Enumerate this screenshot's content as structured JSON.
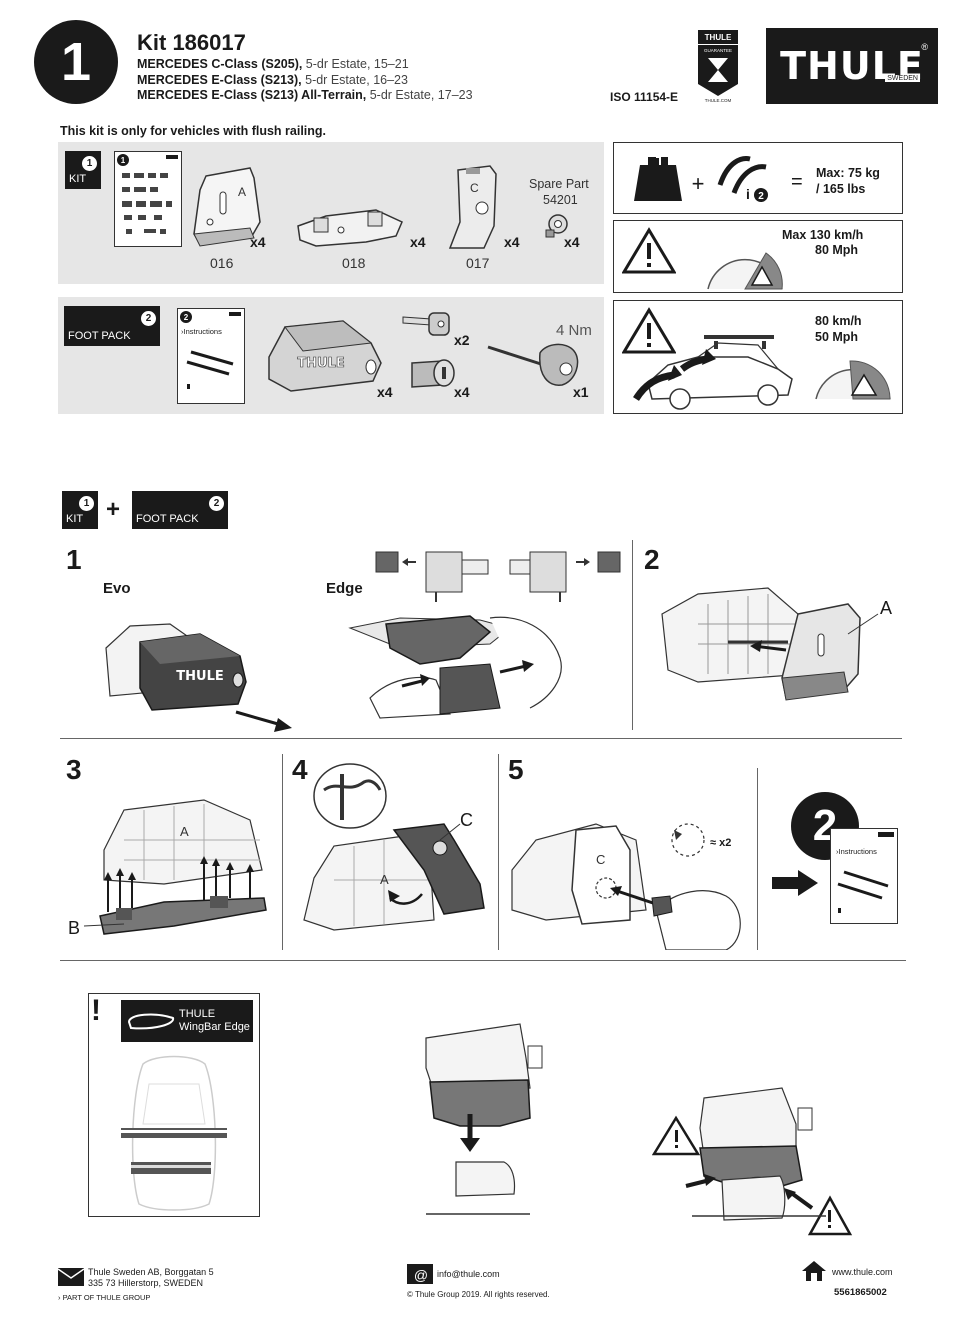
{
  "header": {
    "step_number": "1",
    "kit_title": "Kit 186017",
    "vehicles": [
      {
        "model": "MERCEDES C-Class (S205),",
        "detail": " 5-dr Estate, 15–21"
      },
      {
        "model": "MERCEDES E-Class (S213),",
        "detail": " 5-dr Estate, 16–23"
      },
      {
        "model": "MERCEDES E-Class (S213) All-Terrain,",
        "detail": " 5-dr Estate, 17–23"
      }
    ],
    "iso": "ISO 11154-E",
    "guarantee_top": "THULE",
    "guarantee_mid": "GUARANTEE",
    "guarantee_url": "THULE.COM",
    "brand": "THULE",
    "brand_sub": "SWEDEN",
    "brand_reg": "®"
  },
  "flush_note": "This kit is only for vehicles with flush railing.",
  "kit_panel": {
    "tag_label": "KIT",
    "tag_number": "1",
    "parts": [
      {
        "code": "016",
        "qty": "x4"
      },
      {
        "code": "018",
        "qty": "x4"
      },
      {
        "code": "017",
        "qty": "x4"
      }
    ],
    "spare_label": "Spare Part",
    "spare_code": "54201",
    "spare_qty": "x4"
  },
  "foot_panel": {
    "tag_label": "FOOT PACK",
    "tag_number": "2",
    "instructions_number": "2",
    "instructions_label": "›Instructions",
    "foot_logo": "THULE",
    "foot_qty": "x4",
    "key_qty": "x2",
    "lock_qty": "x4",
    "torque": "4 Nm",
    "tool_qty": "x1"
  },
  "limits": {
    "load": "Max: 75 kg / 165 lbs",
    "load_line1": "Max: 75 kg",
    "load_line2": "/ 165 lbs",
    "plus": "+",
    "equals": "=",
    "speed_max_label": "Max",
    "speed_max_kmh": "130 km/h",
    "speed_max_mph": "80 Mph",
    "speed_warn_kmh": "80 km/h",
    "speed_warn_mph": "50 Mph"
  },
  "combo": {
    "kit_label": "KIT",
    "kit_number": "1",
    "plus": "+",
    "foot_label": "FOOT PACK",
    "foot_number": "2"
  },
  "steps": {
    "s1": "1",
    "s1_evo": "Evo",
    "s1_edge": "Edge",
    "s1_logo": "THULE",
    "s2": "2",
    "s2_label": "A",
    "s3": "3",
    "s3_label": "B",
    "s4": "4",
    "s4_label": "C",
    "s5": "5",
    "s5_repeat": "≈ x2",
    "next_number": "2",
    "next_instructions": "›Instructions"
  },
  "wingbar": {
    "exclaim": "!",
    "title1": "THULE",
    "title2": "WingBar Edge"
  },
  "footer": {
    "address1": "Thule Sweden AB, Borggatan 5",
    "address2": "335 73 Hillerstorp, SWEDEN",
    "group": "PART OF THULE GROUP",
    "email": "info@thule.com",
    "copyright": "© Thule Group 2019. All rights reserved.",
    "web": "www.thule.com",
    "doc_number": "5561865002"
  }
}
